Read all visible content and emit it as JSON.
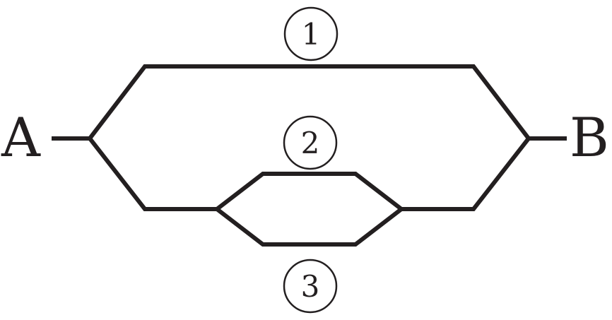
{
  "nodes": {
    "start": "A",
    "end": "B"
  },
  "routes": [
    {
      "label": "1"
    },
    {
      "label": "2"
    },
    {
      "label": "3"
    }
  ],
  "colors": {
    "stroke": "#231f20",
    "text": "#231f20",
    "background": "#ffffff"
  }
}
